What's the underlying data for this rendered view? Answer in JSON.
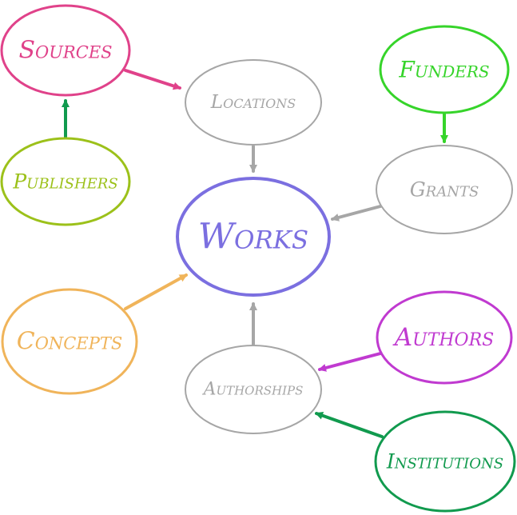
{
  "colors": {
    "sources": "#e0428a",
    "publishers": "#9cc11a",
    "locations": "#a6a6a6",
    "works": "#7b6fe0",
    "funders": "#36d42a",
    "grants": "#a6a6a6",
    "concepts": "#f0b45a",
    "authorships": "#a6a6a6",
    "authors": "#c03ad0",
    "institutions": "#119a4e"
  },
  "nodes": {
    "sources": {
      "label": "Sources"
    },
    "locations": {
      "label": "Locations"
    },
    "publishers": {
      "label": "Publishers"
    },
    "funders": {
      "label": "Funders"
    },
    "grants": {
      "label": "Grants"
    },
    "works": {
      "label": "Works"
    },
    "concepts": {
      "label": "Concepts"
    },
    "authorships": {
      "label": "Authorships"
    },
    "authors": {
      "label": "Authors"
    },
    "institutions": {
      "label": "Institutions"
    }
  },
  "edges": [
    {
      "from": "sources",
      "to": "locations",
      "color": "#e0428a"
    },
    {
      "from": "publishers",
      "to": "sources",
      "color": "#119a4e"
    },
    {
      "from": "locations",
      "to": "works",
      "color": "#a6a6a6"
    },
    {
      "from": "funders",
      "to": "grants",
      "color": "#36d42a"
    },
    {
      "from": "grants",
      "to": "works",
      "color": "#a6a6a6"
    },
    {
      "from": "concepts",
      "to": "works",
      "color": "#f0b45a"
    },
    {
      "from": "authorships",
      "to": "works",
      "color": "#a6a6a6"
    },
    {
      "from": "authors",
      "to": "authorships",
      "color": "#c03ad0"
    },
    {
      "from": "institutions",
      "to": "authorships",
      "color": "#119a4e"
    }
  ]
}
